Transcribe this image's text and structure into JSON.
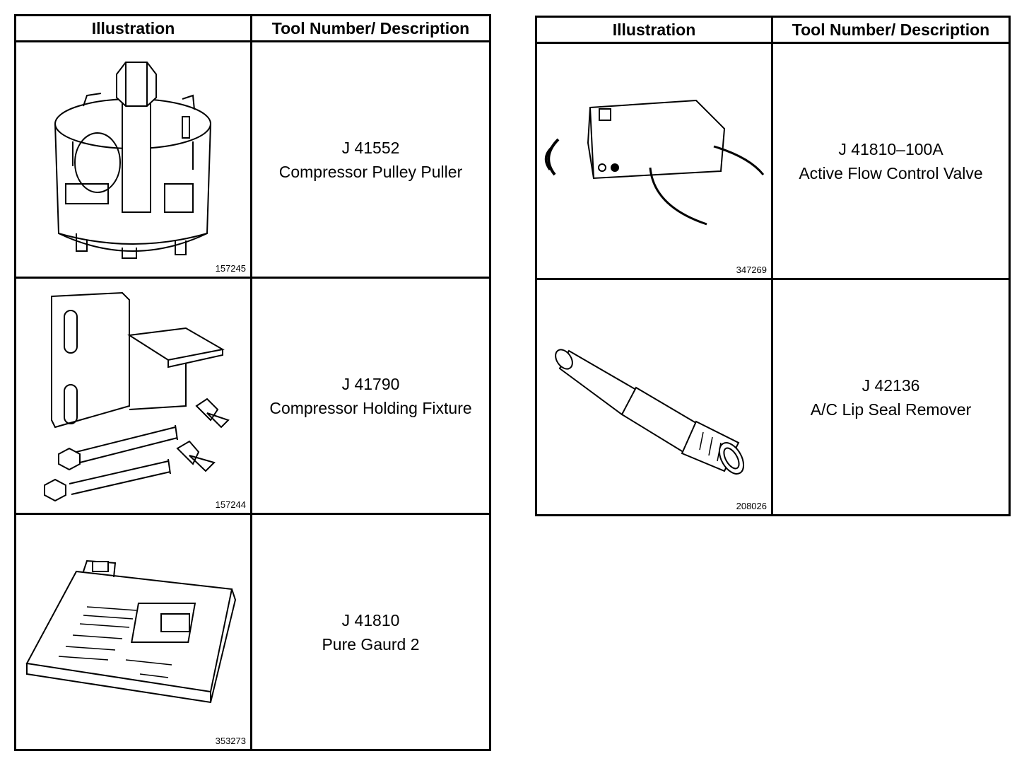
{
  "left_table": {
    "headers": [
      "Illustration",
      "Tool Number/ Description"
    ],
    "rows": [
      {
        "tool_number": "J 41552",
        "description": "Compressor Pulley Puller",
        "figure_number": "157245",
        "icon": "compressor-pulley-puller-illustration"
      },
      {
        "tool_number": "J 41790",
        "description": "Compressor Holding Fixture",
        "figure_number": "157244",
        "icon": "compressor-holding-fixture-illustration"
      },
      {
        "tool_number": "J 41810",
        "description": "Pure Gaurd 2",
        "figure_number": "353273",
        "icon": "pure-guard-unit-illustration"
      }
    ]
  },
  "right_table": {
    "headers": [
      "Illustration",
      "Tool Number/ Description"
    ],
    "rows": [
      {
        "tool_number": "J 41810–100A",
        "description": "Active Flow Control Valve",
        "figure_number": "347269",
        "icon": "flow-control-valve-illustration"
      },
      {
        "tool_number": "J 42136",
        "description": "A/C Lip Seal Remover",
        "figure_number": "208026",
        "icon": "lip-seal-remover-illustration"
      }
    ]
  }
}
